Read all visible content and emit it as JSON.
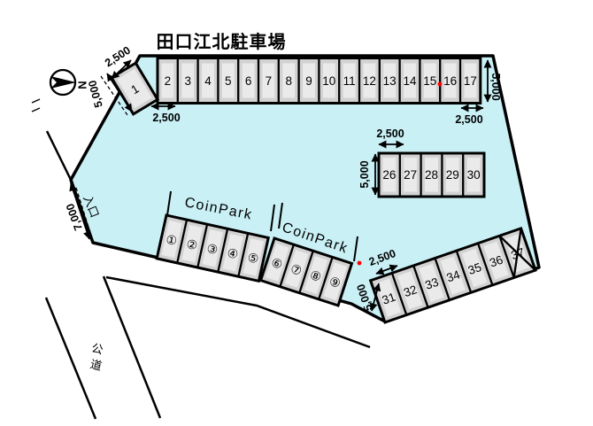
{
  "title": "田口江北駐車場",
  "compass": {
    "north": "N"
  },
  "entrance": {
    "label": "入口"
  },
  "road": {
    "char1": "公",
    "char2": "道"
  },
  "dims": {
    "w": "2,500",
    "d": "5,000",
    "e": "7,000"
  },
  "rows": {
    "angled": {
      "space": "1"
    },
    "top": {
      "spaces": [
        "2",
        "3",
        "4",
        "5",
        "6",
        "7",
        "8",
        "9",
        "10",
        "11",
        "12",
        "13",
        "14",
        "15",
        "16",
        "17"
      ]
    },
    "middle": {
      "spaces": [
        "26",
        "27",
        "28",
        "29",
        "30"
      ]
    },
    "coinpark_a": {
      "label": "CoinPark",
      "spaces": [
        "①",
        "②",
        "③",
        "④",
        "⑤"
      ]
    },
    "coinpark_b": {
      "label": "CoinPark",
      "spaces": [
        "⑥",
        "⑦",
        "⑧",
        "⑨"
      ]
    },
    "bottom": {
      "spaces": [
        "31",
        "32",
        "33",
        "34",
        "35",
        "36",
        "37"
      ],
      "crossed_out": "37"
    }
  },
  "colors": {
    "lot_fill": "#c9f0f5",
    "space_fill": "#d2d2d2",
    "space_inner": "#eaeaea",
    "line": "#000000",
    "marker": "#ff0000"
  }
}
